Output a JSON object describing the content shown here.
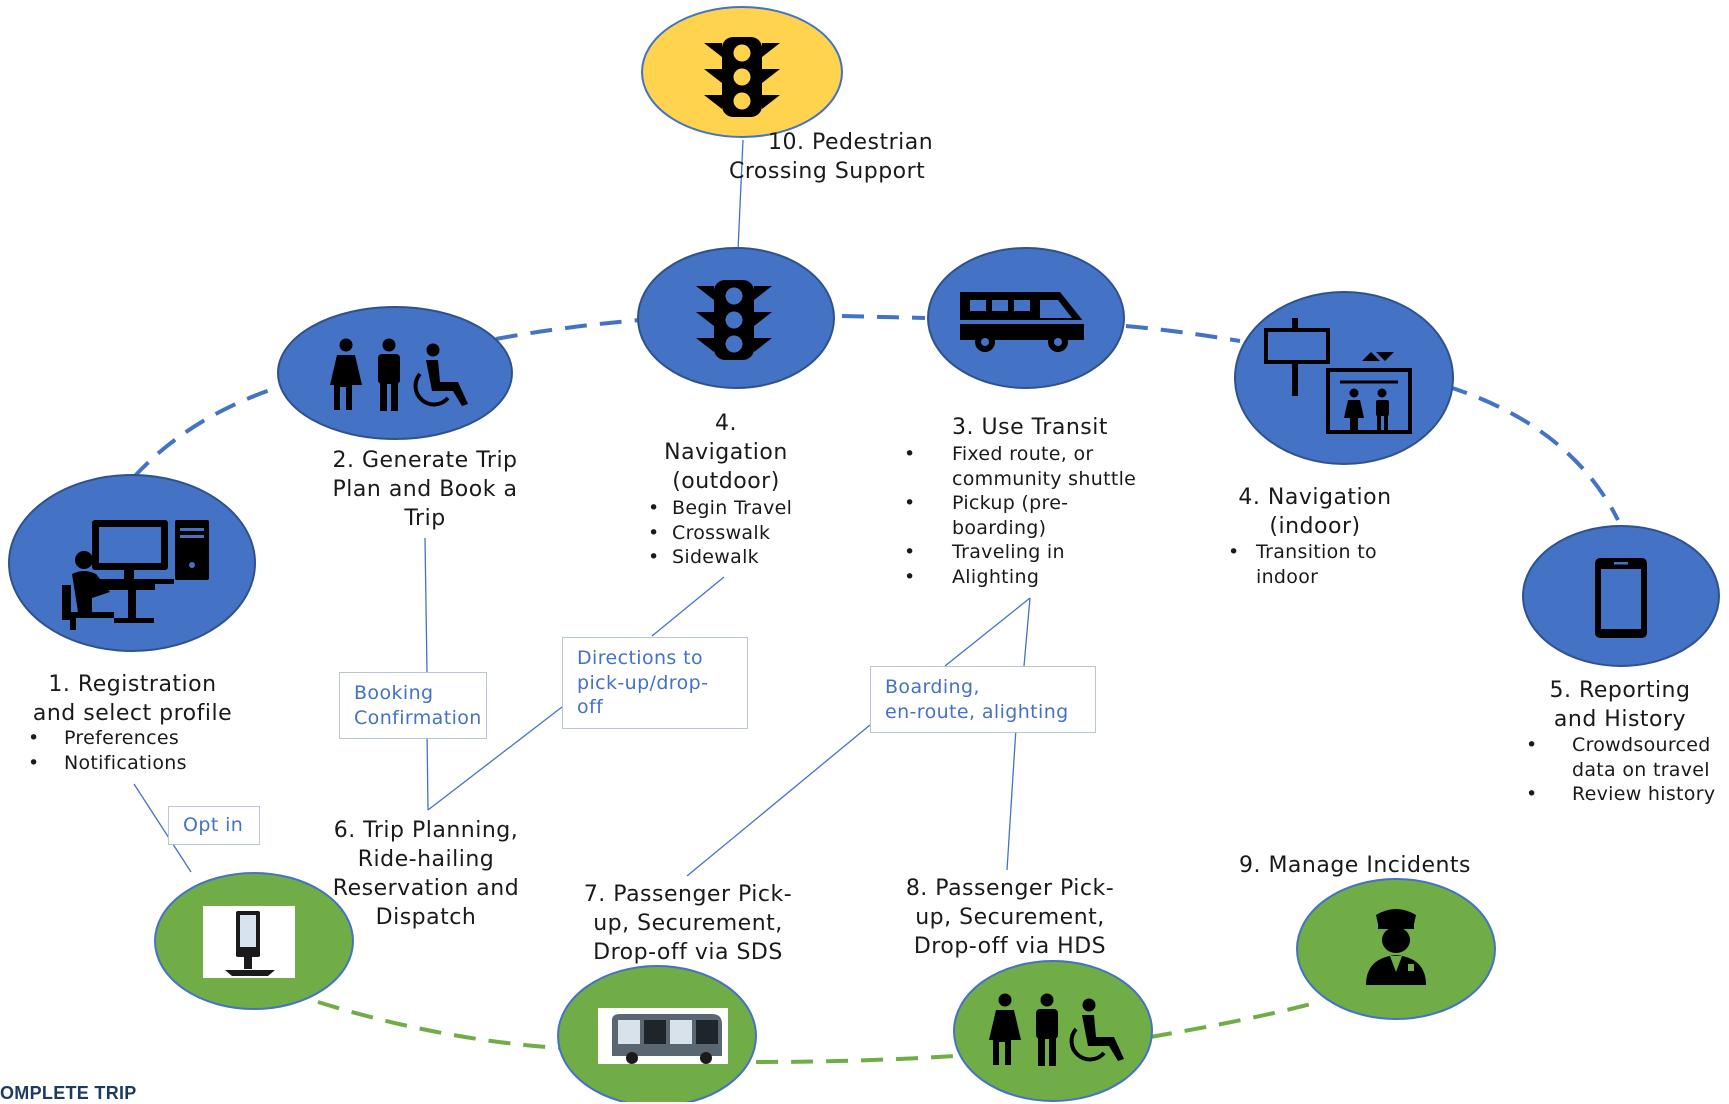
{
  "colors": {
    "blue_node": "#4472c4",
    "green_node": "#70ad47",
    "yellow_node": "#ffd34e",
    "connector_blue": "#4472c4",
    "connector_green": "#70ad47"
  },
  "nodes": {
    "n10": {
      "title_line1": "10. Pedestrian",
      "title_line2": "Crossing Support",
      "icon": "traffic-light-icon"
    },
    "n1": {
      "title_line1": "1. Registration",
      "title_line2": "and select profile",
      "bullets": [
        "Preferences",
        "Notifications"
      ],
      "icon": "desktop-workstation-icon"
    },
    "n2": {
      "title_line1": "2. Generate Trip",
      "title_line2": "Plan and Book a",
      "title_line3": "Trip",
      "icon": "people-wheelchair-icon"
    },
    "n4o": {
      "title_line1": "4.",
      "title_line2": "Navigation",
      "title_line3": "(outdoor)",
      "bullets": [
        "Begin Travel",
        "Crosswalk",
        "Sidewalk"
      ],
      "icon": "traffic-light-icon"
    },
    "n3": {
      "title": "3. Use Transit",
      "bullets": [
        "Fixed route, or",
        "community shuttle",
        "Pickup (pre-",
        "boarding)",
        "Traveling in",
        "Alighting"
      ],
      "icon": "shuttle-van-icon"
    },
    "n4i": {
      "title_line1": "4. Navigation",
      "title_line2": "(indoor)",
      "bullets": [
        "Transition to",
        "indoor"
      ],
      "icon": "sign-elevator-icon"
    },
    "n5": {
      "title_line1": "5. Reporting",
      "title_line2": "and History",
      "bullets": [
        "Crowdsourced",
        "data on travel",
        "Review history"
      ],
      "icon": "smartphone-icon"
    },
    "n6": {
      "title_line1": "6. Trip Planning,",
      "title_line2": "Ride-hailing",
      "title_line3": "Reservation and",
      "title_line4": "Dispatch",
      "icon": "kiosk-icon"
    },
    "n7": {
      "title_line1": "7. Passenger Pick-",
      "title_line2": "up, Securement,",
      "title_line3": "Drop-off via SDS",
      "icon": "autonomous-shuttle-icon"
    },
    "n8": {
      "title_line1": "8. Passenger Pick-",
      "title_line2": "up, Securement,",
      "title_line3": "Drop-off via HDS",
      "icon": "people-wheelchair-icon"
    },
    "n9": {
      "title": "9. Manage Incidents",
      "icon": "police-officer-icon"
    }
  },
  "callouts": {
    "booking_line1": "Booking",
    "booking_line2": "Confirmation",
    "directions_line1": "Directions to",
    "directions_line2": "pick-up/drop-",
    "directions_line3": "off",
    "boarding_line1": "Boarding,",
    "boarding_line2": "en-route, alighting",
    "optin": "Opt in"
  },
  "footer_text": "OMPLETE TRIP"
}
